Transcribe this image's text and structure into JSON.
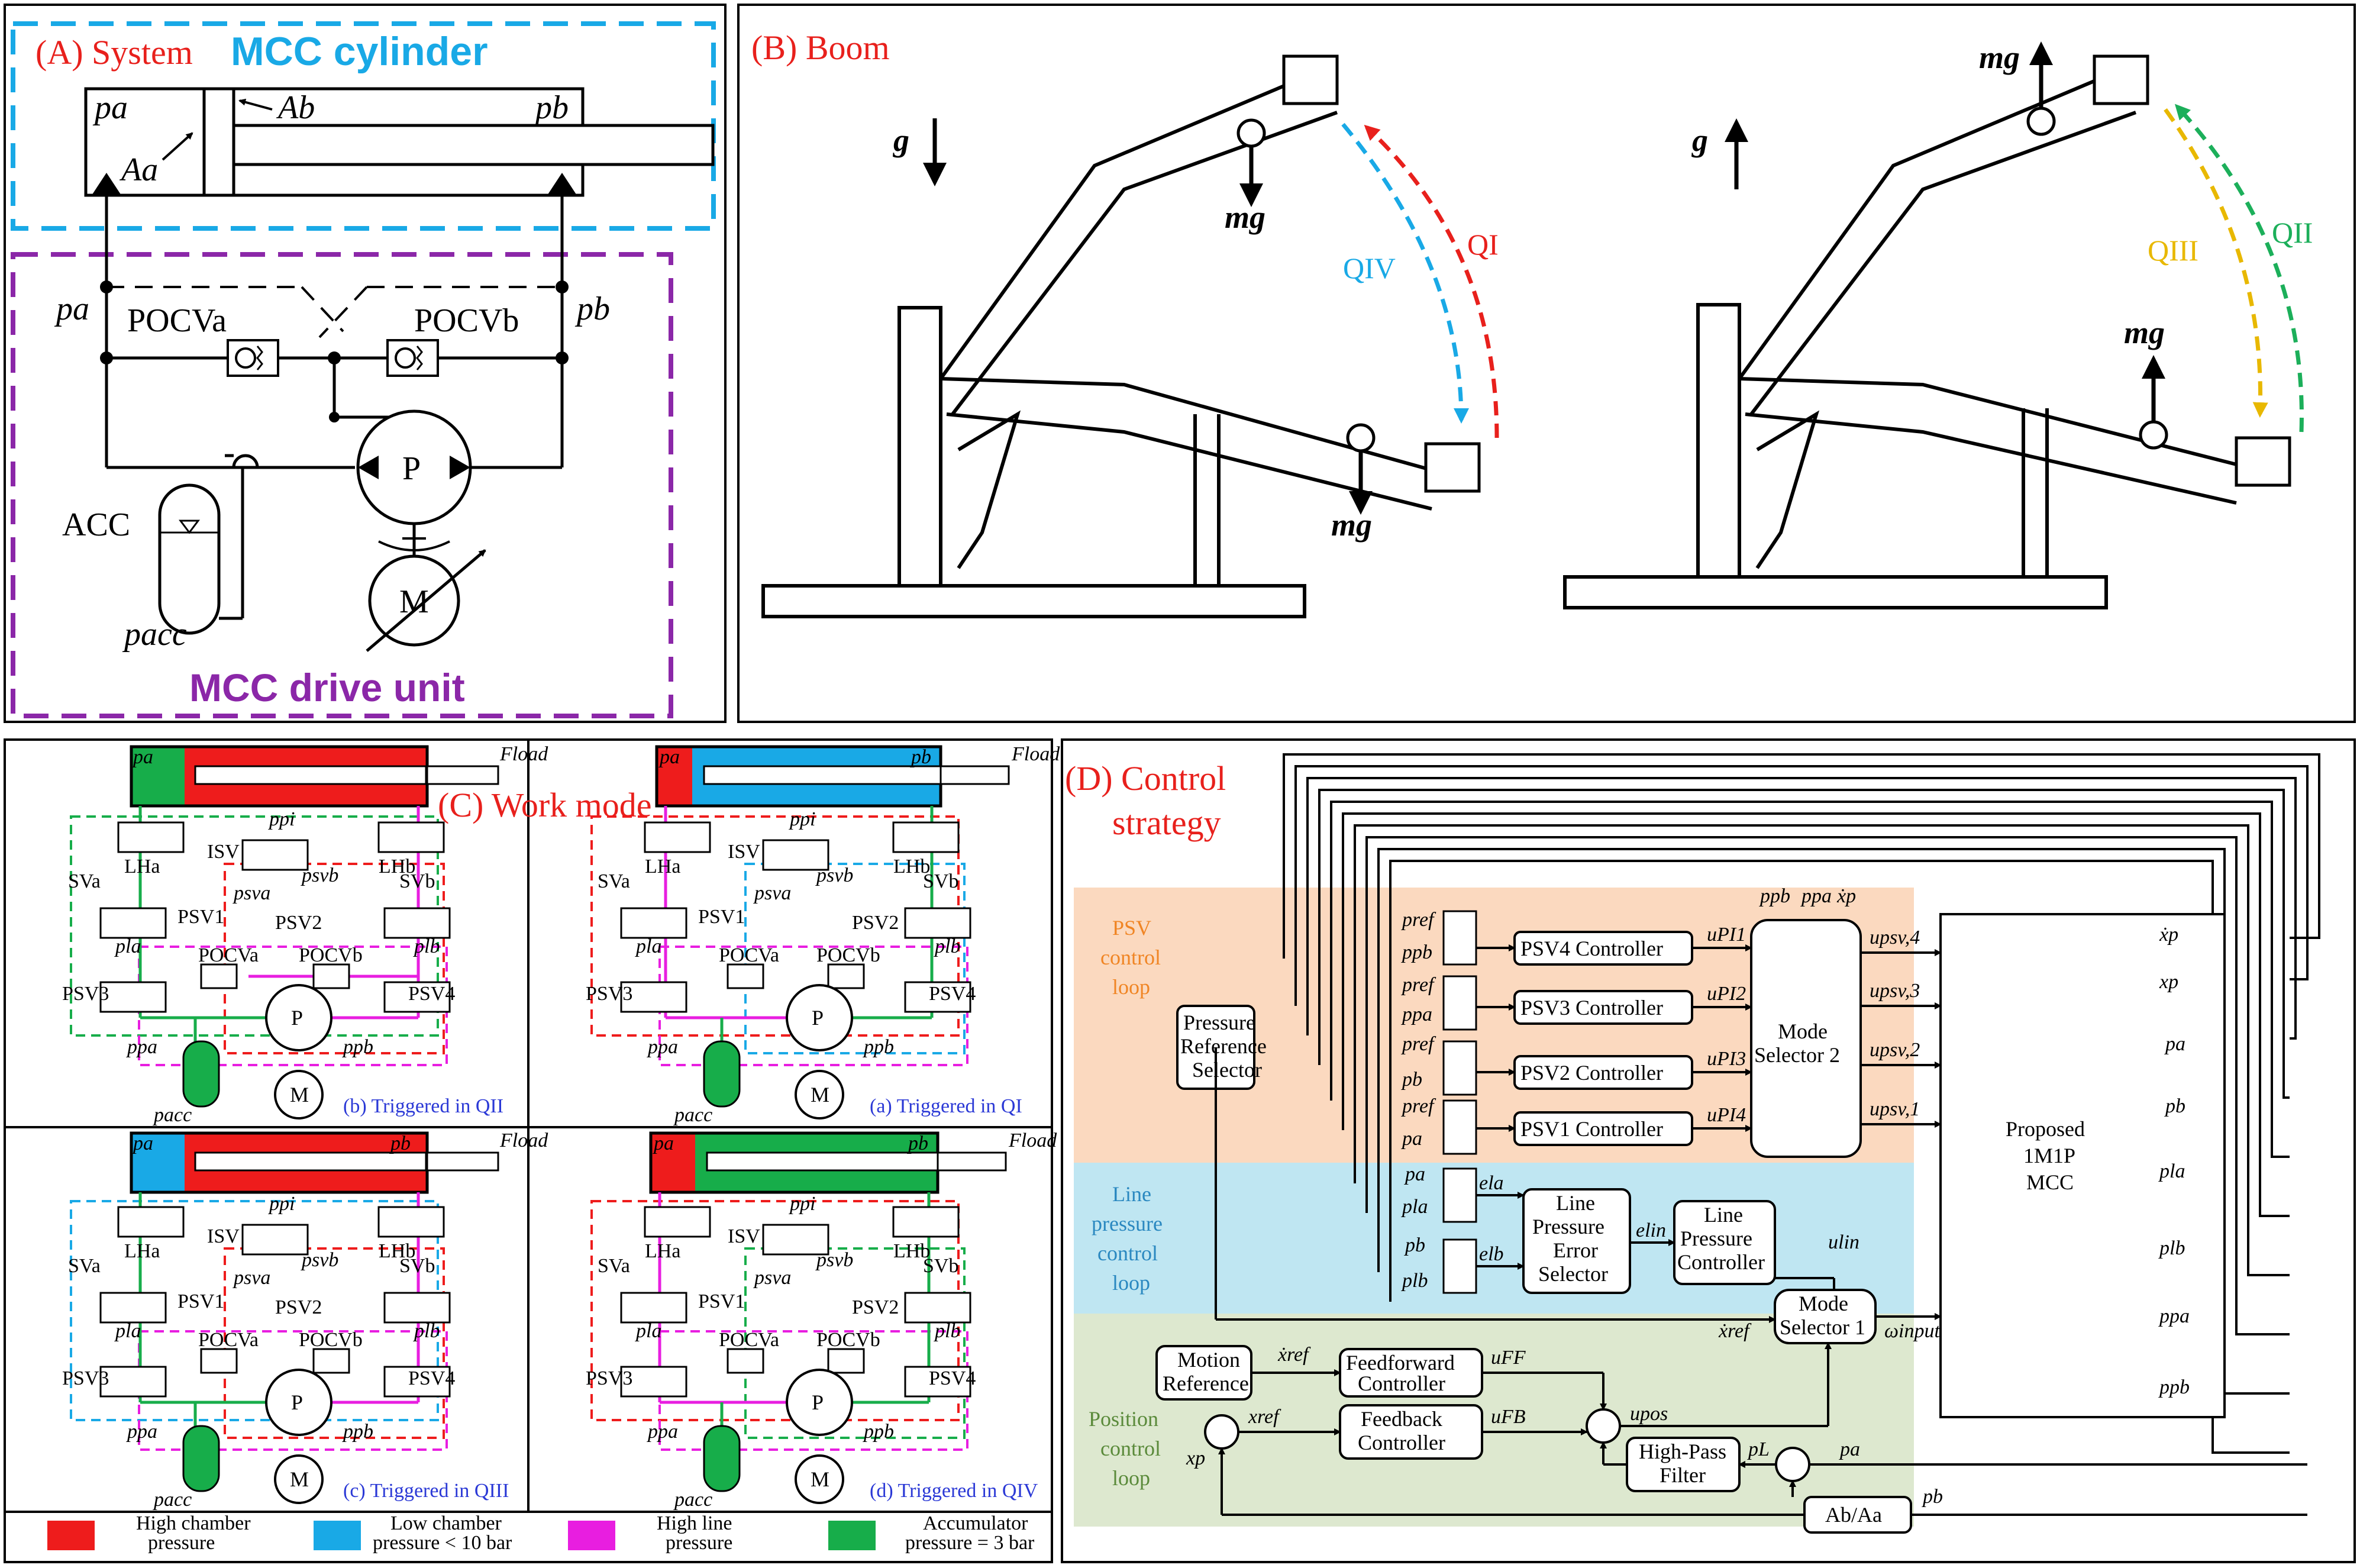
{
  "panel_a": {
    "title": "(A) System",
    "cylinder_title": "MCC cylinder",
    "drive_title": "MCC drive unit",
    "labels": {
      "pa": "pa",
      "pb": "pb",
      "Aa": "Aa",
      "Ab": "Ab",
      "pa2": "pa",
      "pb2": "pb",
      "pocva": "POCVa",
      "pocvb": "POCVb",
      "acc": "ACC",
      "pacc": "pacc",
      "pump": "P",
      "motor": "M"
    }
  },
  "panel_b": {
    "title": "(B) Boom",
    "left": {
      "g": "g",
      "mg_top": "mg",
      "mg_bottom": "mg",
      "q_iv": "QIV",
      "q_i": "QI"
    },
    "right": {
      "g": "g",
      "mg_top": "mg",
      "mg_bottom": "mg",
      "q_iii": "QIII",
      "q_ii": "QII"
    }
  },
  "panel_c": {
    "title": "(C) Work mode",
    "sub": [
      {
        "caption": "(b) Triggered in QII"
      },
      {
        "caption": "(a) Triggered in QI"
      },
      {
        "caption": "(c) Triggered in QIII"
      },
      {
        "caption": "(d) Triggered in QIV"
      }
    ],
    "circuit_labels": {
      "pa": "pa",
      "pb": "pb",
      "fload": "Fload",
      "ppi": "ppi",
      "lha": "LHa",
      "lhb": "LHb",
      "isv": "ISV",
      "sva": "SVa",
      "svb": "SVb",
      "psva": "psva",
      "psvb": "psvb",
      "psv1": "PSV1",
      "psv2": "PSV2",
      "pla": "pla",
      "plb": "plb",
      "pocva": "POCVa",
      "pocvb": "POCVb",
      "psv3": "PSV3",
      "psv4": "PSV4",
      "ppa": "ppa",
      "ppb": "ppb",
      "pacc": "pacc",
      "p": "P",
      "m": "M"
    },
    "legend": [
      {
        "label1": "High chamber",
        "label2": "pressure",
        "color": "#ee1c1c"
      },
      {
        "label1": "Low chamber",
        "label2": "pressure < 10 bar",
        "color": "#19a9e6"
      },
      {
        "label1": "High line",
        "label2": "pressure",
        "color": "#e81ee0"
      },
      {
        "label1": "Accumulator",
        "label2": "pressure = 3 bar",
        "color": "#17ad4a"
      }
    ]
  },
  "panel_d": {
    "title1": "(D) Control",
    "title2": "strategy",
    "loops": {
      "psv": [
        "PSV",
        "control",
        "loop"
      ],
      "line": [
        "Line",
        "pressure",
        "control",
        "loop"
      ],
      "pos": [
        "Position",
        "control",
        "loop"
      ]
    },
    "blocks": {
      "prs": [
        "Pressure",
        "Reference",
        "Selector"
      ],
      "psv4": "PSV4 Controller",
      "psv3": "PSV3 Controller",
      "psv2": "PSV2 Controller",
      "psv1": "PSV1 Controller",
      "mode2": [
        "Mode",
        "Selector 2"
      ],
      "mcc": [
        "Proposed",
        "1M1P",
        "MCC"
      ],
      "lpes": [
        "Line",
        "Pressure",
        "Error",
        "Selector"
      ],
      "lpc": [
        "Line",
        "Pressure",
        "Controller"
      ],
      "mode1": [
        "Mode",
        "Selector 1"
      ],
      "motion": [
        "Motion",
        "Reference"
      ],
      "ff": [
        "Feedforward",
        "Controller"
      ],
      "fb": [
        "Feedback",
        "Controller"
      ],
      "hpf": [
        "High-Pass",
        "Filter"
      ],
      "ratio": "Ab/Aa"
    },
    "signals": {
      "pref": "pref",
      "ppb": "ppb",
      "ppa": "ppa",
      "pb": "pb",
      "pa": "pa",
      "upi1": "uPI1",
      "upi2": "uPI2",
      "upi3": "uPI3",
      "upi4": "uPI4",
      "upsv4": "upsv,4",
      "upsv3": "upsv,3",
      "upsv2": "upsv,2",
      "upsv1": "upsv,1",
      "xp_dot": "ẋp",
      "xp": "xp",
      "pla": "pla",
      "plb": "plb",
      "ela": "ela",
      "elb": "elb",
      "elin": "elin",
      "ulin": "ulin",
      "xref_dot": "ẋref",
      "xref": "xref",
      "omega": "ωinput",
      "uff": "uFF",
      "ufb": "uFB",
      "upos": "upos",
      "pl": "pL"
    }
  }
}
